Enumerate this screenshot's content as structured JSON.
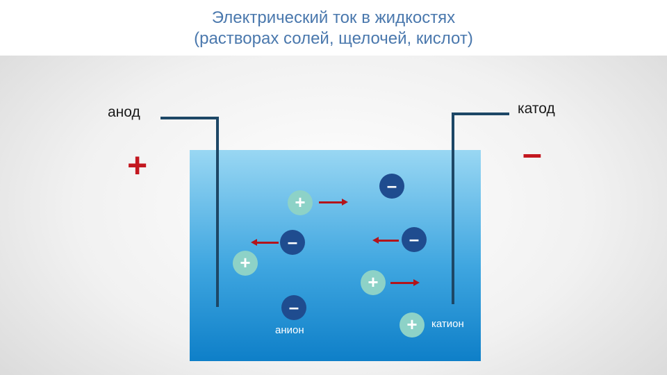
{
  "title": {
    "line1": "Электрический ток в жидкостях",
    "line2": "(растворах солей, щелочей, кислот)"
  },
  "electrodes": {
    "anode_label": "анод",
    "anode_sign": "+",
    "cathode_label": "катод",
    "cathode_sign": "–"
  },
  "ions": {
    "positive_symbol": "+",
    "negative_symbol": "–",
    "anion_label": "анион",
    "cation_label": "катион"
  },
  "colors": {
    "title": "#4a78ad",
    "electrode": "#1d4766",
    "sign": "#c3171f",
    "anion": "#1f4c8f",
    "cation": "#8dd2c7",
    "arrow": "#b3141b"
  }
}
